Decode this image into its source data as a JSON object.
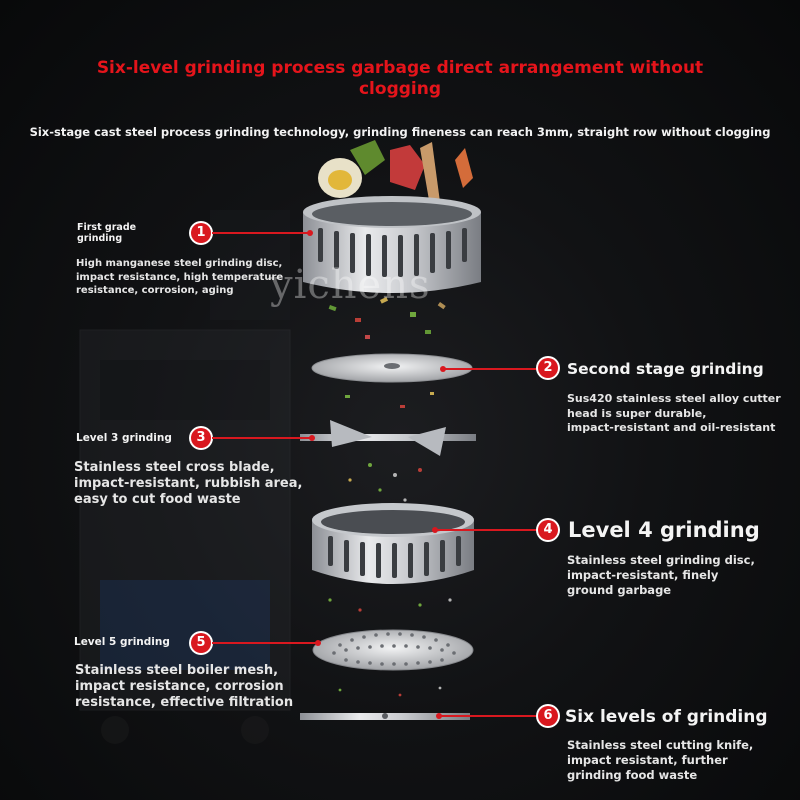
{
  "title": "Six-level grinding process garbage direct arrangement without clogging",
  "subtitle": "Six-stage cast steel process grinding technology, grinding fineness can reach 3mm, straight row without clogging",
  "watermark": "yichens",
  "accent_color": "#d9181f",
  "stages": [
    {
      "number": "1",
      "label": "First grade grinding",
      "description": "High manganese steel grinding disc,\nimpact resistance, high temperature\nresistance, corrosion, aging"
    },
    {
      "number": "2",
      "label": "Second stage grinding",
      "description": "Sus420 stainless steel alloy cutter\nhead is super durable,\nimpact-resistant and oil-resistant"
    },
    {
      "number": "3",
      "label": "Level 3 grinding",
      "description": "Stainless steel cross blade,\nimpact-resistant, rubbish area,\neasy to cut food waste"
    },
    {
      "number": "4",
      "label": "Level 4 grinding",
      "description": "Stainless steel grinding disc,\nimpact-resistant, finely\nground garbage"
    },
    {
      "number": "5",
      "label": "Level 5 grinding",
      "description": "Stainless steel boiler mesh,\nimpact resistance, corrosion\nresistance, effective filtration"
    },
    {
      "number": "6",
      "label": "Six levels of grinding",
      "description": "Stainless steel cutting knife,\nimpact resistant, further\ngrinding food waste"
    }
  ]
}
